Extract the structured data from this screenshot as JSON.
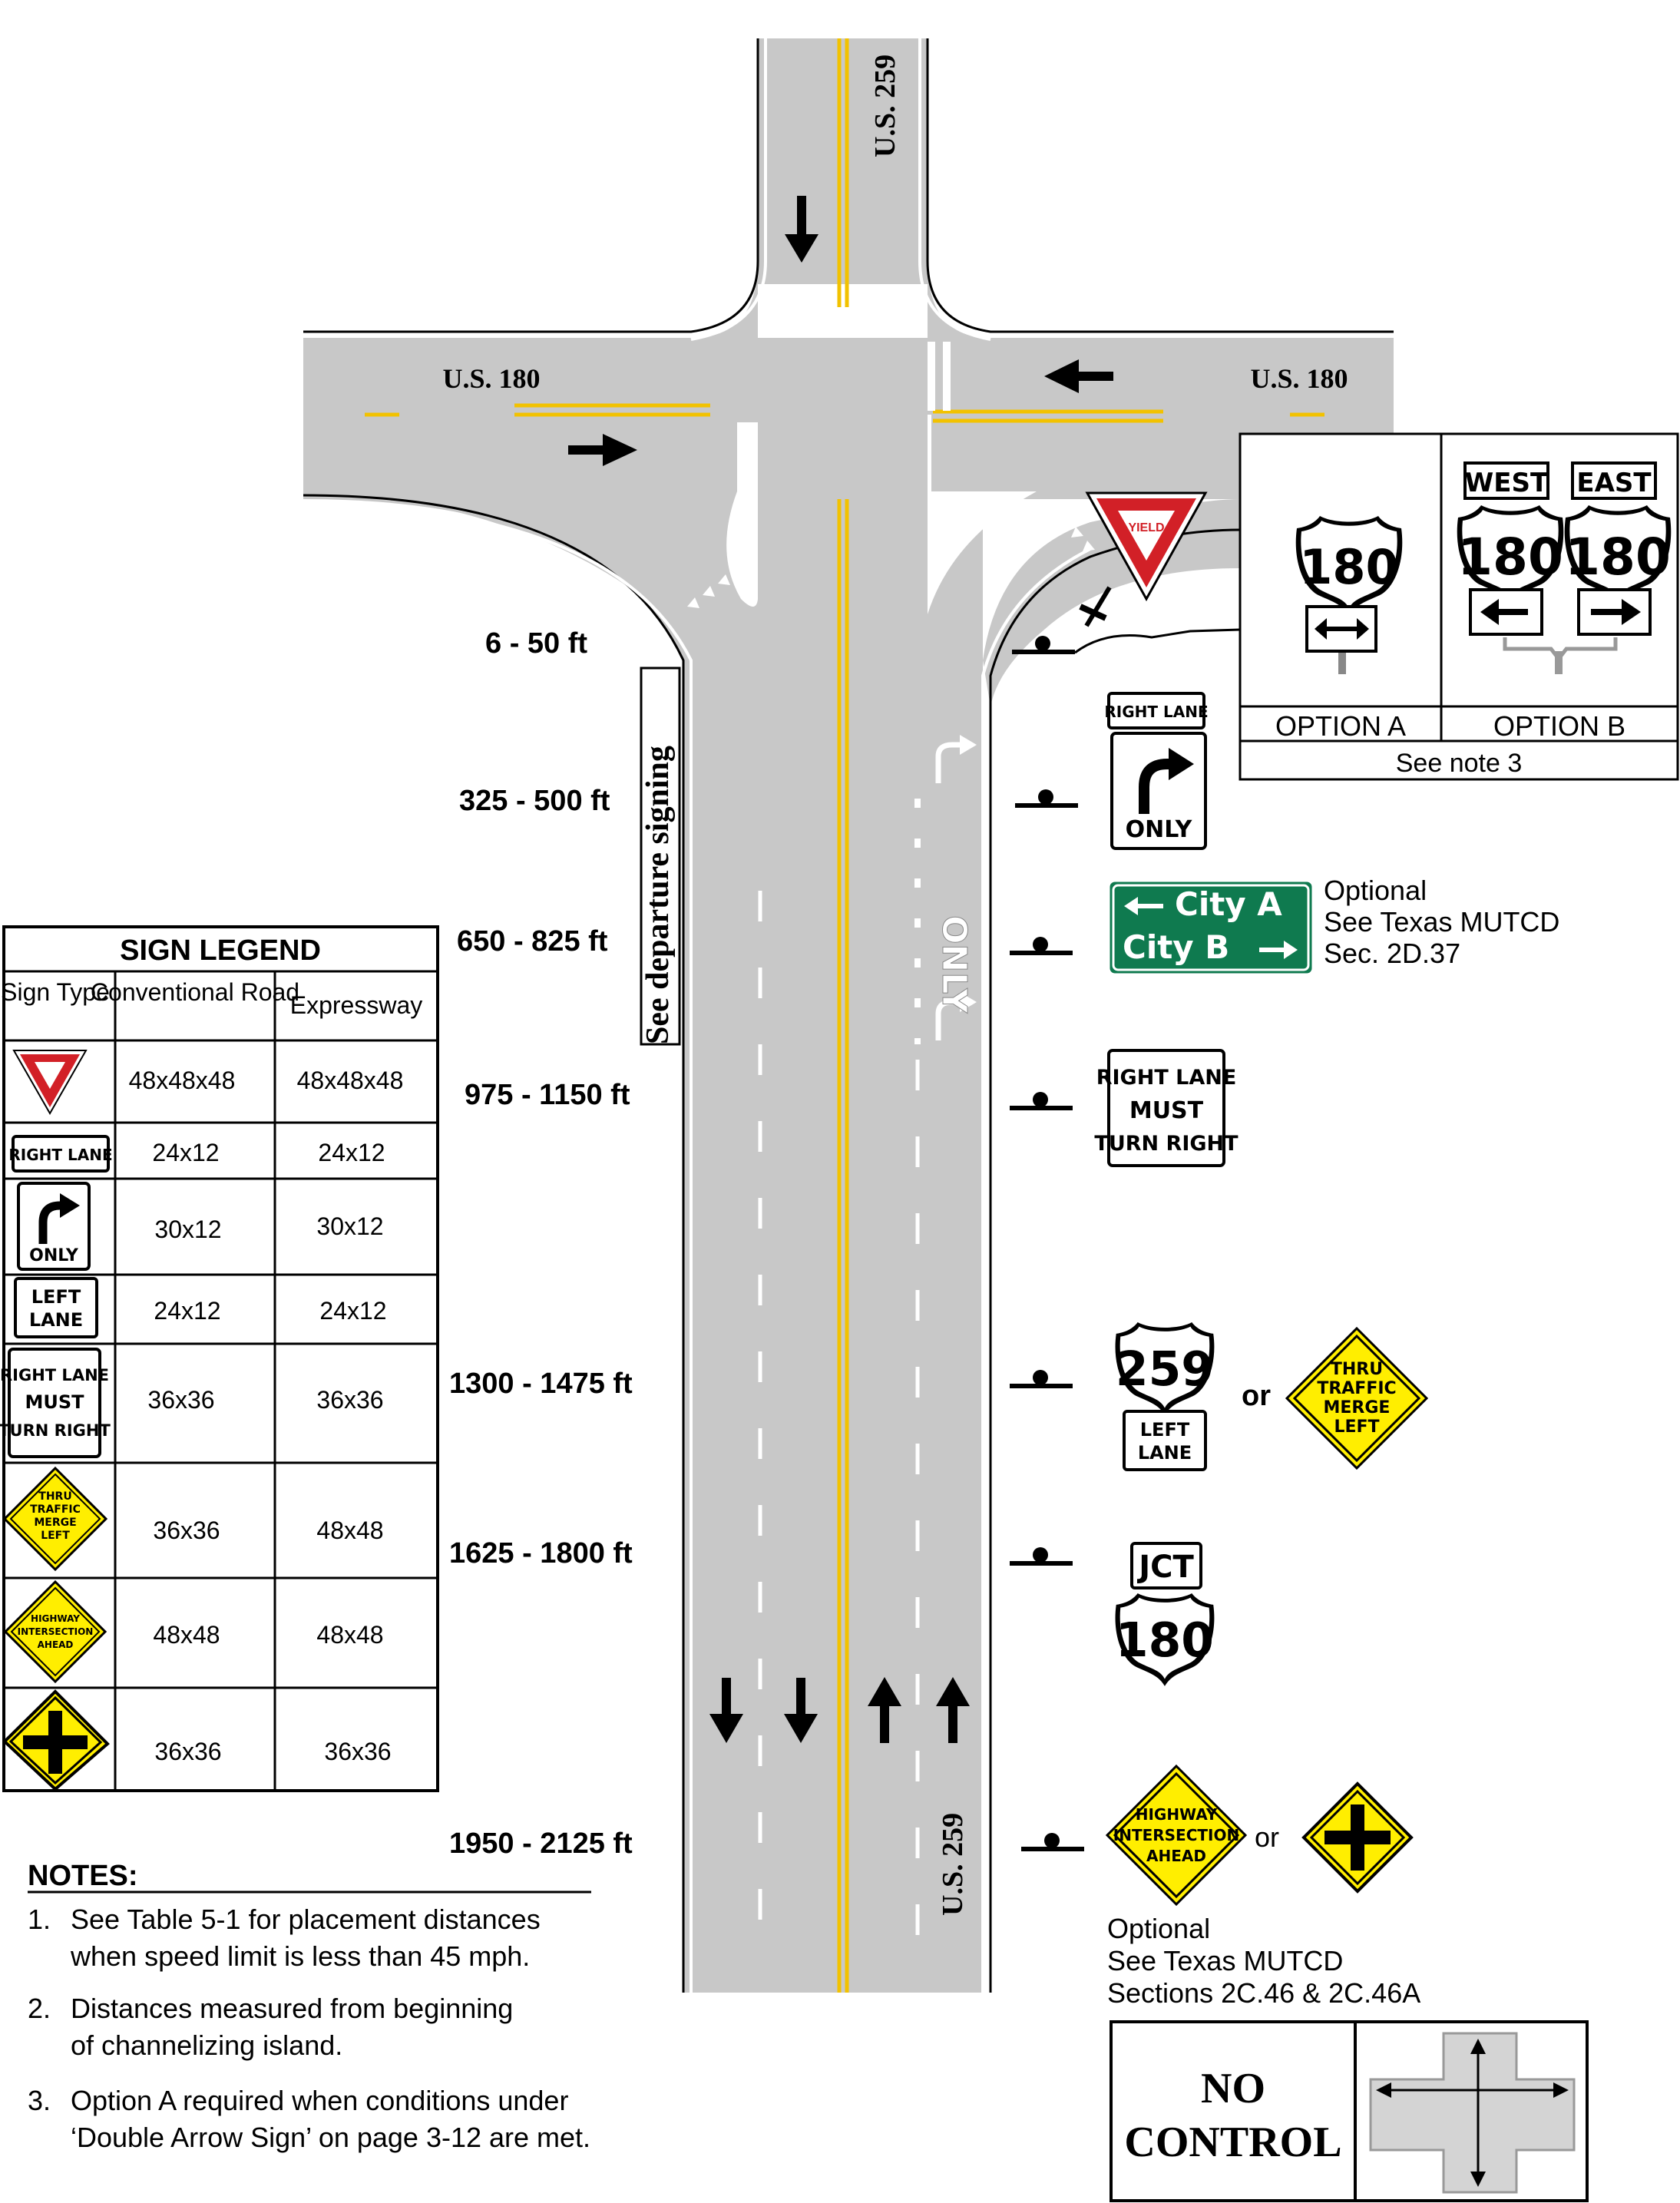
{
  "roads": {
    "north_label": "U.S. 259",
    "south_label": "U.S. 259",
    "west_label": "U.S. 180",
    "east_label": "U.S. 180"
  },
  "departure_signing": "See departure signing",
  "pavement_marking_only": "ONLY",
  "distances": [
    "6 - 50 ft",
    "325 - 500 ft",
    "650 - 825 ft",
    "975 - 1150 ft",
    "1300 - 1475 ft",
    "1625 - 1800 ft",
    "1950 - 2125 ft"
  ],
  "signs": {
    "yield_text": "YIELD",
    "right_lane": "RIGHT LANE",
    "only": "ONLY",
    "guide_line1": "City A",
    "guide_line2": "City B",
    "guide_note": [
      "Optional",
      "See Texas MUTCD",
      "Sec. 2D.37"
    ],
    "must_turn": [
      "RIGHT LANE",
      "MUST",
      "TURN RIGHT"
    ],
    "route_259": "259",
    "left_lane": [
      "LEFT",
      "LANE"
    ],
    "or": "or",
    "thru_merge": [
      "THRU",
      "TRAFFIC",
      "MERGE",
      "LEFT"
    ],
    "jct": "JCT",
    "route_180": "180",
    "highway_intersection": [
      "HIGHWAY",
      "INTERSECTION",
      "AHEAD"
    ],
    "bottom_note": [
      "Optional",
      "See Texas MUTCD",
      "Sections 2C.46 & 2C.46A"
    ]
  },
  "options_box": {
    "west": "WEST",
    "east": "EAST",
    "route": "180",
    "option_a": "OPTION A",
    "option_b": "OPTION B",
    "see_note": "See note 3"
  },
  "legend": {
    "title": "SIGN LEGEND",
    "headers": [
      "Sign Type",
      "Conventional Road",
      "Expressway"
    ],
    "rows": [
      {
        "sign": "yield",
        "conventional": "48x48x48",
        "expressway": "48x48x48"
      },
      {
        "sign": "right-lane",
        "conventional": "24x12",
        "expressway": "24x12"
      },
      {
        "sign": "turn-only",
        "conventional": "30x12",
        "expressway": "30x12"
      },
      {
        "sign": "left-lane",
        "conventional": "24x12",
        "expressway": "24x12"
      },
      {
        "sign": "must-turn",
        "conventional": "36x36",
        "expressway": "36x36"
      },
      {
        "sign": "thru-merge",
        "conventional": "36x36",
        "expressway": "48x48"
      },
      {
        "sign": "highway-intersection",
        "conventional": "48x48",
        "expressway": "48x48"
      },
      {
        "sign": "cross",
        "conventional": "36x36",
        "expressway": "36x36"
      }
    ]
  },
  "notes": {
    "title": "NOTES:",
    "items": [
      {
        "num": "1.",
        "lines": [
          "See Table 5-1 for placement distances",
          "when speed limit is less than 45 mph."
        ]
      },
      {
        "num": "2.",
        "lines": [
          "Distances measured from beginning",
          "of channelizing island."
        ]
      },
      {
        "num": "3.",
        "lines": [
          "Option A required when conditions under",
          "‘Double Arrow Sign’ on page 3-12 are met."
        ]
      }
    ]
  },
  "no_control": [
    "NO",
    "CONTROL"
  ],
  "colors": {
    "pavement": "#c8c8c8",
    "yellow_line": "#f2c200",
    "guide_green": "#0f7a4f",
    "warning_yellow": "#ffee00",
    "yield_red": "#d22027"
  }
}
